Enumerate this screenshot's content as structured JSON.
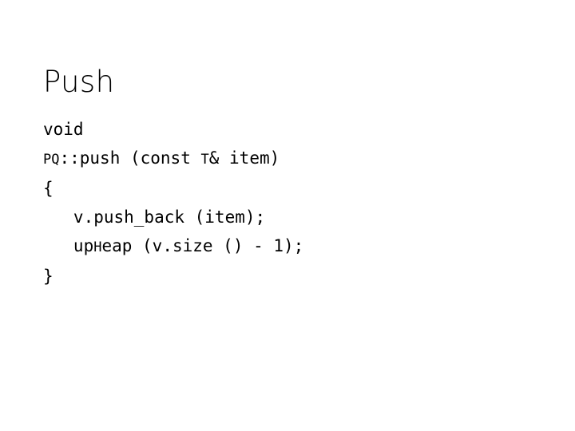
{
  "slide": {
    "title": "Push",
    "background_color": "#ffffff",
    "text_color": "#000000",
    "code": {
      "language": "cpp",
      "lines": [
        {
          "id": "line-1",
          "text": "void"
        },
        {
          "id": "line-2",
          "text": "PQ::push (const T& item)"
        },
        {
          "id": "line-3",
          "text": "{"
        },
        {
          "id": "line-4",
          "text": "   v.push_back (item);"
        },
        {
          "id": "line-5",
          "text": "   upHeap (v.size () - 1);"
        },
        {
          "id": "line-6",
          "text": "}"
        }
      ],
      "segments": [
        [
          {
            "t": "void",
            "caps": false
          }
        ],
        [
          {
            "t": "PQ",
            "caps": true
          },
          {
            "t": "::push (const ",
            "caps": false
          },
          {
            "t": "T",
            "caps": true
          },
          {
            "t": "& item)",
            "caps": false
          }
        ],
        [
          {
            "t": "{",
            "caps": false
          }
        ],
        [
          {
            "t": "   v.push_back (item);",
            "caps": false
          }
        ],
        [
          {
            "t": "   up",
            "caps": false
          },
          {
            "t": "H",
            "caps": true
          },
          {
            "t": "eap (v.size () - 1);",
            "caps": false
          }
        ],
        [
          {
            "t": "}",
            "caps": false
          }
        ]
      ]
    }
  }
}
